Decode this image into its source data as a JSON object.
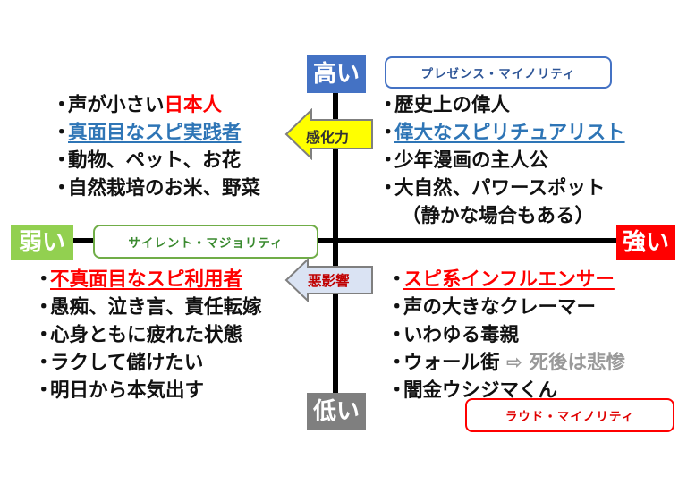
{
  "poles": {
    "high": "高い",
    "low": "低い",
    "weak": "弱い",
    "strong": "強い"
  },
  "tags": {
    "presence": "プレゼンス・マイノリティ",
    "silent": "サイレント・マジョリティ",
    "loud": "ラウド・マイノリティ"
  },
  "arrows": {
    "sense": "感化力",
    "bad": "悪影響"
  },
  "colors": {
    "high": "#4472c4",
    "low": "#7f7f7f",
    "weak": "#92d050",
    "strong": "#ff0000",
    "arrow_sense_fill": "#ffff00",
    "arrow_bad_fill": "#dae3f3"
  },
  "bullet": "・",
  "top_left": {
    "item1_pre": "声が小さい",
    "item1_highlight": "日本人",
    "item2": "真面目なスピ実践者",
    "item3": "動物、ペット、お花",
    "item4": "自然栽培のお米、野菜"
  },
  "top_right": {
    "item1": "歴史上の偉人",
    "item2": "偉大なスピリチュアリスト",
    "item3": "少年漫画の主人公",
    "item4": "大自然、パワースポット",
    "item5": "（静かな場合もある）"
  },
  "bottom_left": {
    "item1": "不真面目なスピ利用者",
    "item2": "愚痴、泣き言、責任転嫁",
    "item3": "心身ともに疲れた状態",
    "item4": "ラクして儲けたい",
    "item5": "明日から本気出す"
  },
  "bottom_right": {
    "item1": "スピ系インフルエンサー",
    "item2": "声の大きなクレーマー",
    "item3": "いわゆる毒親",
    "item4_pre": "ウォール街 ",
    "item4_arrow": "⇨",
    "item4_post": " 死後は悲惨",
    "item5": "闇金ウシジマくん"
  }
}
